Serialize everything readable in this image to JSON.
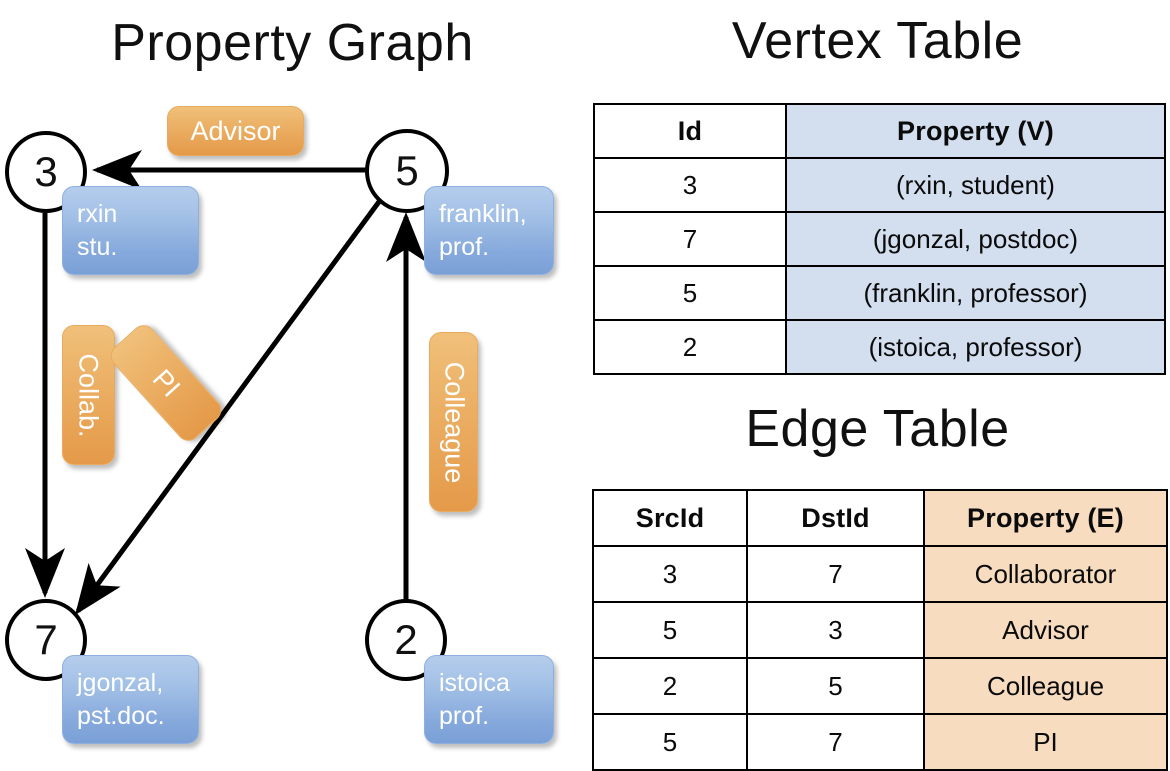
{
  "titles": {
    "property_graph": "Property Graph",
    "vertex_table": "Vertex Table",
    "edge_table": "Edge Table"
  },
  "graph": {
    "nodes": [
      {
        "id": "3",
        "property_line1": "rxin",
        "property_line2": "stu."
      },
      {
        "id": "5",
        "property_line1": "franklin,",
        "property_line2": "prof."
      },
      {
        "id": "7",
        "property_line1": "jgonzal,",
        "property_line2": "pst.doc."
      },
      {
        "id": "2",
        "property_line1": "istoica",
        "property_line2": "prof."
      }
    ],
    "edge_labels": [
      {
        "name": "advisor",
        "text": "Advisor"
      },
      {
        "name": "collab",
        "text": "Collab."
      },
      {
        "name": "pi",
        "text": "PI"
      },
      {
        "name": "colleague",
        "text": "Colleague"
      }
    ]
  },
  "vertex_table": {
    "headers": [
      "Id",
      "Property (V)"
    ],
    "rows": [
      {
        "id": "3",
        "property": "(rxin, student)"
      },
      {
        "id": "7",
        "property": "(jgonzal, postdoc)"
      },
      {
        "id": "5",
        "property": "(franklin, professor)"
      },
      {
        "id": "2",
        "property": "(istoica, professor)"
      }
    ]
  },
  "edge_table": {
    "headers": [
      "SrcId",
      "DstId",
      "Property (E)"
    ],
    "rows": [
      {
        "src": "3",
        "dst": "7",
        "property": "Collaborator"
      },
      {
        "src": "5",
        "dst": "3",
        "property": "Advisor"
      },
      {
        "src": "2",
        "dst": "5",
        "property": "Colleague"
      },
      {
        "src": "5",
        "dst": "7",
        "property": "PI"
      }
    ]
  },
  "colors": {
    "vertex_property_cell": "#d3deef",
    "edge_property_cell": "#f7dcc0",
    "node_property_box": "#8fb3de",
    "edge_label_box": "#e9a955",
    "border": "#000000"
  }
}
